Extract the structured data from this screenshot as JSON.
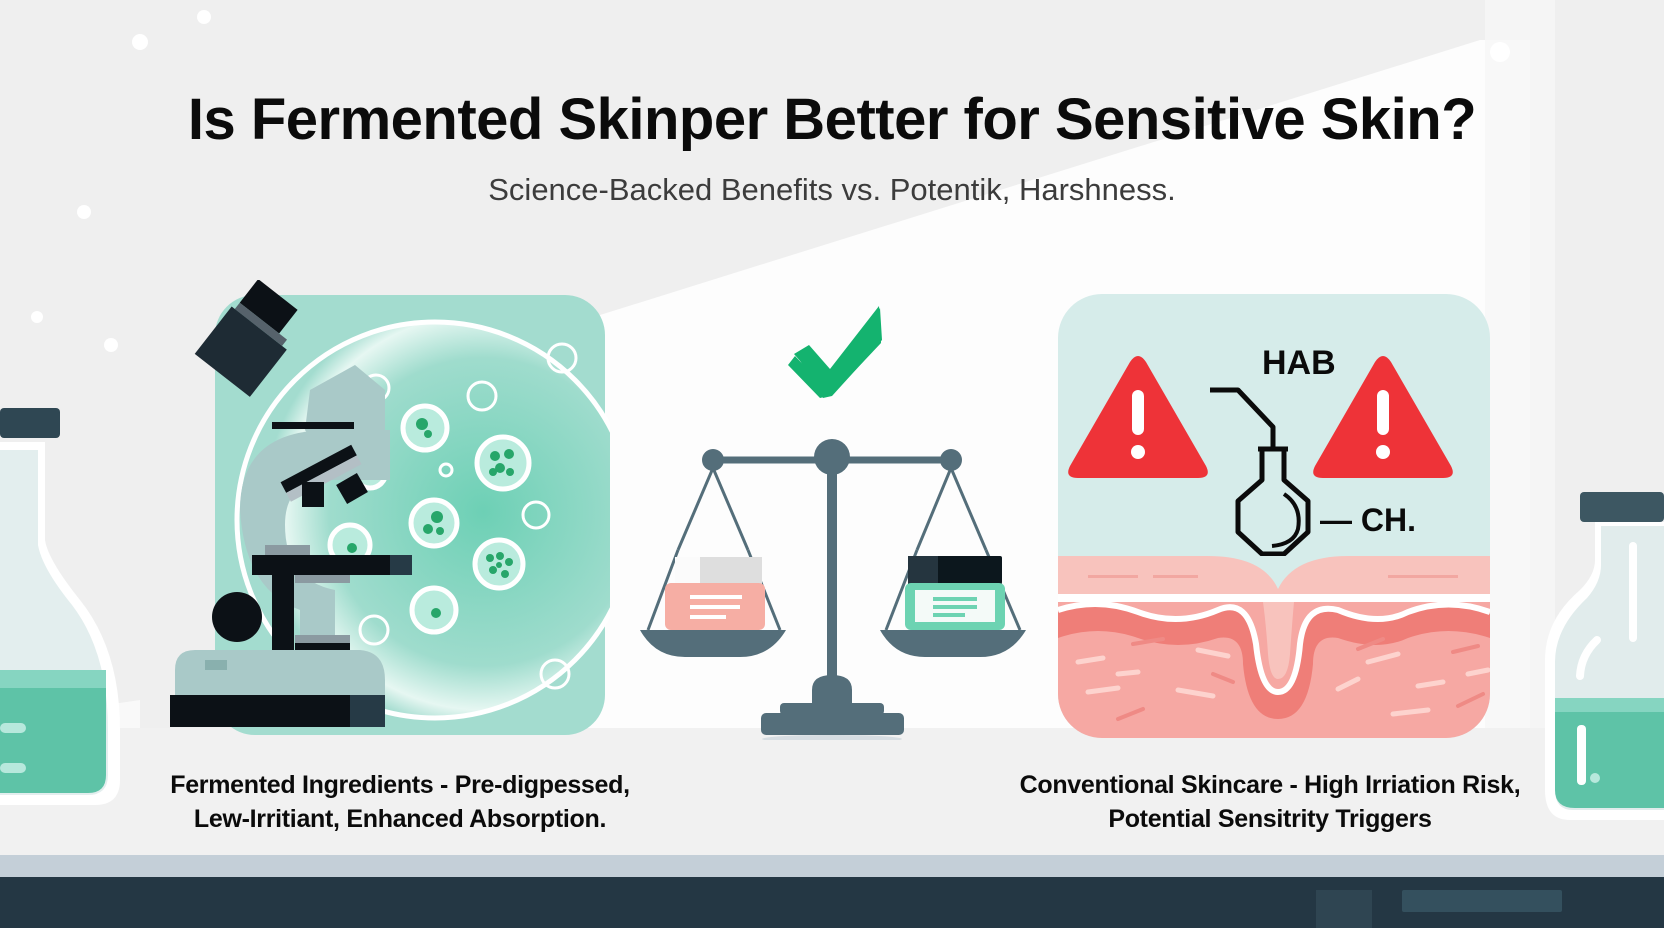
{
  "header": {
    "title": "Is Fermented Skinper Better for Sensitive Skin?",
    "subtitle": "Science-Backed Benefits vs. Potentik, Harshness."
  },
  "left_panel": {
    "icon": "microscope-icon",
    "caption_line1": "Fermented Ingredients - Pre-digpessed,",
    "caption_line2": "Lew-Irritiant, Enhanced Absorption."
  },
  "center_panel": {
    "icons": [
      "checkmark-icon",
      "balance-scale-icon"
    ],
    "left_jar": "conventional-jar",
    "right_jar": "fermented-jar"
  },
  "right_panel": {
    "icons": [
      "warning-triangle-icon",
      "chemical-flask-icon",
      "warning-triangle-icon",
      "skin-cross-section"
    ],
    "chem_label_top": "HAB",
    "chem_label_right": "— CH.",
    "caption_line1": "Conventional Skincare - High Irriation Risk,",
    "caption_line2": "Potential Sensitrity Triggers"
  },
  "colors": {
    "background": "#efefef",
    "mint": "#a3dccf",
    "mint_dark": "#5ec3a7",
    "check_green": "#14b36f",
    "scale_gray": "#546e7a",
    "warning_red": "#ee3338",
    "skin_pink": "#f6a8a3",
    "panel_ice": "#d6ecea",
    "counter_light": "#c4cfd8",
    "counter_dark": "#243744"
  }
}
